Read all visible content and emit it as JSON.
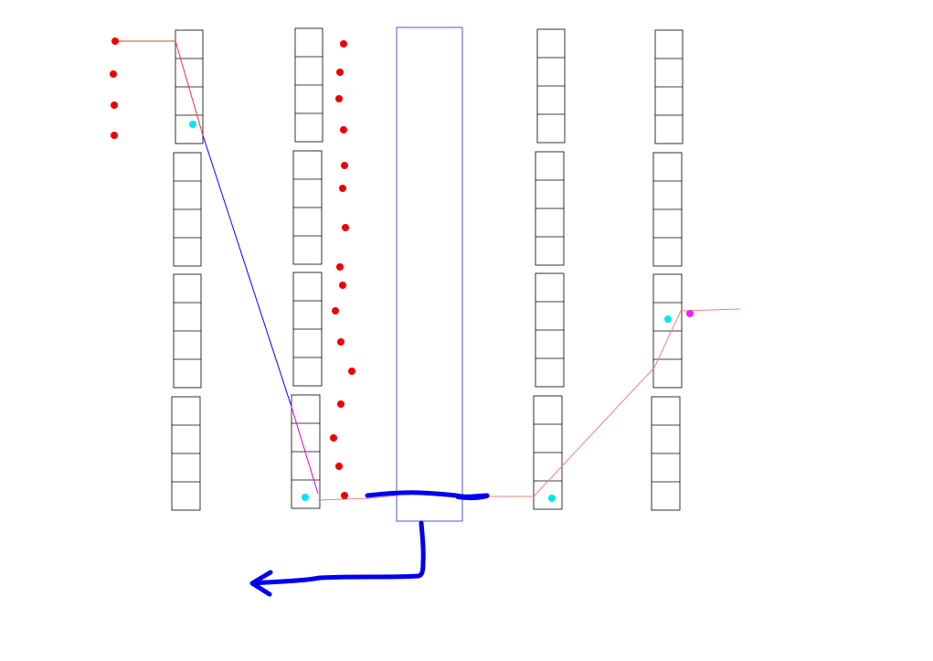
{
  "colors": {
    "background": "#ffffff",
    "bin_stroke": "#000000",
    "corridor_stroke": "#5555cc",
    "red_marker": "#ee0000",
    "cyan_marker": "#00e5ee",
    "magenta_marker": "#ee22ee",
    "red_path": "#ee3333",
    "pink_path": "#f08080",
    "blue_path": "#0000ee",
    "magenta_path": "#dd00dd",
    "thick_arrow": "#0000ee"
  },
  "layout": {
    "aisles": 5,
    "stacks_per_aisle": 4,
    "cells_per_stack": 4
  }
}
